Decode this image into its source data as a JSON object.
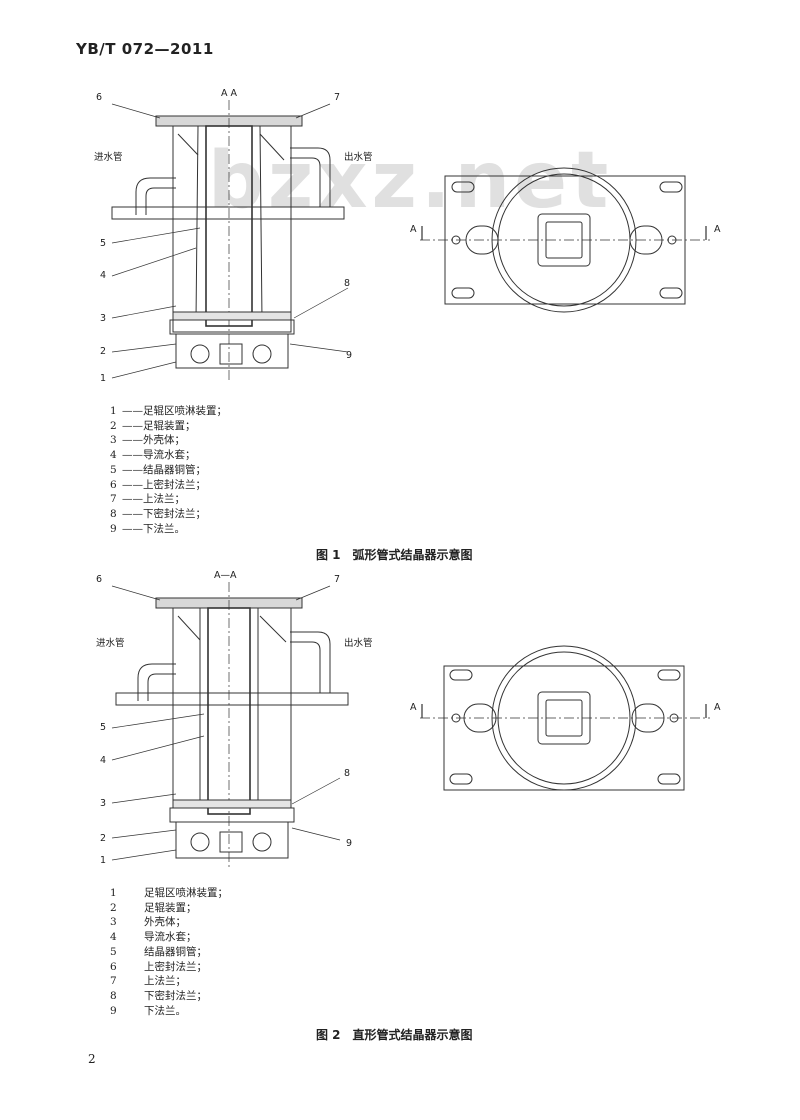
{
  "header": {
    "standard_no": "YB/T 072—2011"
  },
  "watermark": "bzxz.net",
  "figure1": {
    "section_label": "A  A",
    "inlet_label": "进水管",
    "outlet_label": "出水管",
    "side_label": "A",
    "callouts": [
      "1",
      "2",
      "3",
      "4",
      "5",
      "6",
      "7",
      "8",
      "9"
    ],
    "legend": [
      {
        "num": "1",
        "dash": "——",
        "text": "足辊区喷淋装置；"
      },
      {
        "num": "2",
        "dash": "——",
        "text": "足辊装置；"
      },
      {
        "num": "3",
        "dash": "——",
        "text": "外壳体；"
      },
      {
        "num": "4",
        "dash": "——",
        "text": "导流水套；"
      },
      {
        "num": "5",
        "dash": "——",
        "text": "结晶器铜管；"
      },
      {
        "num": "6",
        "dash": "——",
        "text": "上密封法兰；"
      },
      {
        "num": "7",
        "dash": "——",
        "text": "上法兰；"
      },
      {
        "num": "8",
        "dash": "——",
        "text": "下密封法兰；"
      },
      {
        "num": "9",
        "dash": "——",
        "text": "下法兰。"
      }
    ],
    "caption_no": "图 1",
    "caption_text": "弧形管式结晶器示意图"
  },
  "figure2": {
    "section_label": "A—A",
    "inlet_label": "进水管",
    "outlet_label": "出水管",
    "side_label": "A",
    "callouts": [
      "1",
      "2",
      "3",
      "4",
      "5",
      "6",
      "7",
      "8",
      "9"
    ],
    "legend": [
      {
        "num": "1",
        "dash": "——",
        "text": "足辊区喷淋装置；"
      },
      {
        "num": "2",
        "dash": "——",
        "text": "足辊装置；"
      },
      {
        "num": "3",
        "dash": "——",
        "text": "外壳体；"
      },
      {
        "num": "4",
        "dash": "——",
        "text": "导流水套；"
      },
      {
        "num": "5",
        "dash": "——",
        "text": "结晶器铜管；"
      },
      {
        "num": "6",
        "dash": "——",
        "text": "上密封法兰；"
      },
      {
        "num": "7",
        "dash": "——",
        "text": "上法兰；"
      },
      {
        "num": "8",
        "dash": "——",
        "text": "下密封法兰；"
      },
      {
        "num": "9",
        "dash": "——",
        "text": "下法兰。"
      }
    ],
    "caption_no": "图 2",
    "caption_text": "直形管式结晶器示意图"
  },
  "page_number": "2"
}
